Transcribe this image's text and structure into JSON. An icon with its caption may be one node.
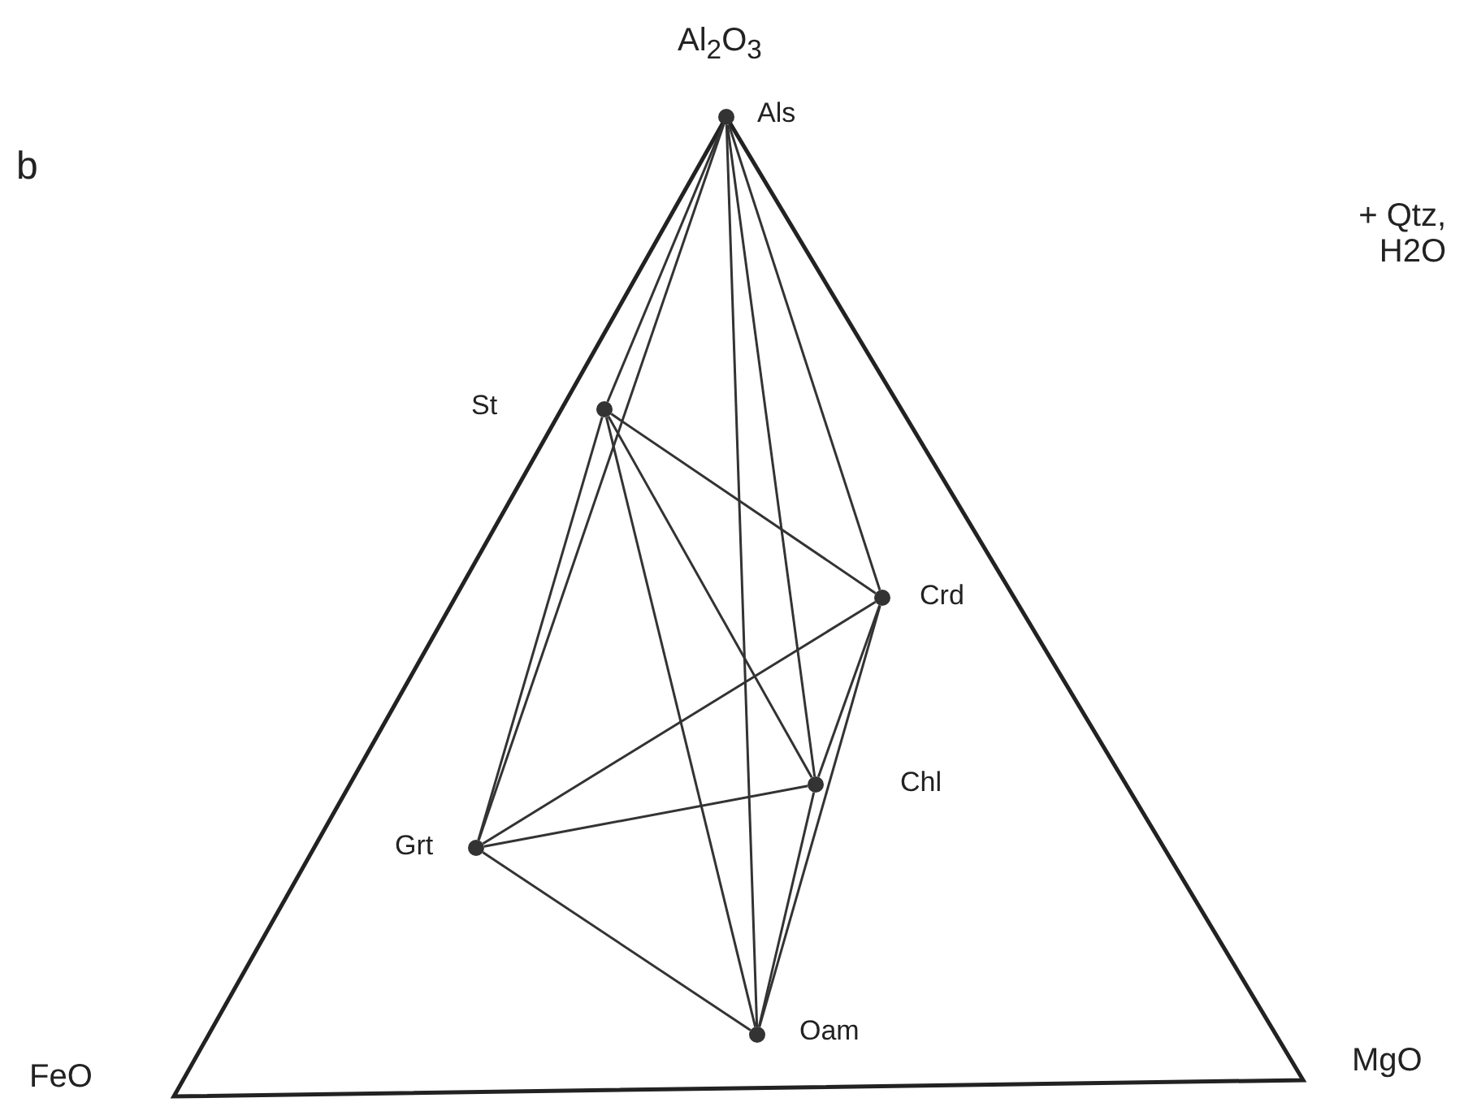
{
  "diagram": {
    "nodes": [
      {
        "text": [
          "Als"
        ]
      },
      {
        "text": [
          "St"
        ]
      },
      {
        "text": [
          "Crd"
        ]
      },
      {
        "text": [
          "Chl"
        ]
      },
      {
        "text": [
          "Grt"
        ]
      },
      {
        "text": [
          "Oam"
        ]
      }
    ],
    "edges": [
      {
        "from": 0,
        "to": 1,
        "arrow": "none"
      },
      {
        "from": 0,
        "to": 4,
        "arrow": "none"
      },
      {
        "from": 0,
        "to": 5,
        "arrow": "none"
      },
      {
        "from": 0,
        "to": 3,
        "arrow": "none"
      },
      {
        "from": 0,
        "to": 2,
        "arrow": "none"
      },
      {
        "from": 1,
        "to": 4,
        "arrow": "none"
      },
      {
        "from": 1,
        "to": 2,
        "arrow": "none"
      },
      {
        "from": 1,
        "to": 3,
        "arrow": "none"
      },
      {
        "from": 1,
        "to": 5,
        "arrow": "none"
      },
      {
        "from": 4,
        "to": 2,
        "arrow": "none"
      },
      {
        "from": 4,
        "to": 3,
        "arrow": "none"
      },
      {
        "from": 4,
        "to": 5,
        "arrow": "none"
      },
      {
        "from": 2,
        "to": 3,
        "arrow": "none"
      },
      {
        "from": 2,
        "to": 5,
        "arrow": "none"
      },
      {
        "from": 3,
        "to": 5,
        "arrow": "none"
      }
    ],
    "labels": [
      "Al$_{2}$O$_{3}$",
      "b",
      "+ Qtz, H2O",
      "FeO",
      "MgO"
    ]
  }
}
